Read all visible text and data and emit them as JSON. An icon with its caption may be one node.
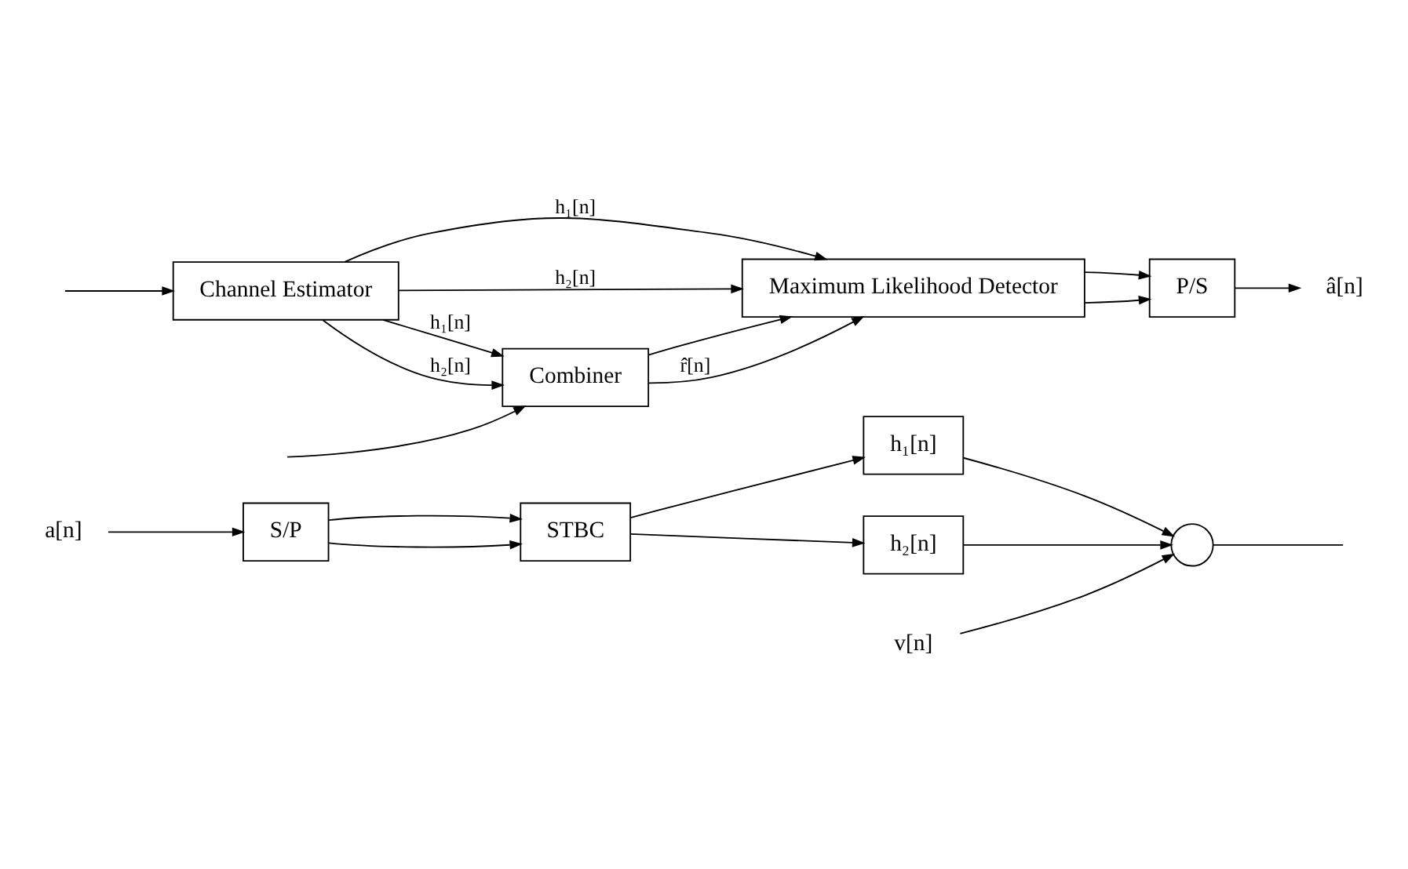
{
  "diagram": {
    "nodes": [
      {
        "text": [
          "a[n]"
        ]
      },
      {
        "text": [
          "S/P"
        ]
      },
      {
        "text": [
          "STBC"
        ]
      },
      {
        "text": [
          "h₁[n]"
        ]
      },
      {
        "text": [
          "h₂[n]"
        ]
      },
      {
        "text": [
          "v[n]"
        ]
      },
      {
        "text": [],
        "shape": "circle"
      },
      {
        "text": [
          "â[n]"
        ]
      },
      {
        "text": [
          "P/S"
        ]
      },
      {
        "text": [
          "Maximum Likelihood Detector"
        ]
      },
      {
        "text": [
          "Combiner"
        ]
      },
      {
        "text": [
          "Channel Estimator"
        ]
      }
    ],
    "edges": [
      {
        "from": 0,
        "to": 1,
        "arrow": "to"
      },
      {
        "from": 1,
        "to": 2,
        "arrow": "to"
      },
      {
        "from": 1,
        "to": 2,
        "arrow": "to"
      },
      {
        "from": 2,
        "to": 3,
        "arrow": "to"
      },
      {
        "from": 2,
        "to": 4,
        "arrow": "to"
      },
      {
        "from": 3,
        "to": 6,
        "arrow": "to"
      },
      {
        "from": 4,
        "to": 6,
        "arrow": "to"
      },
      {
        "from": 5,
        "to": 6,
        "arrow": "to"
      },
      {
        "from": 6,
        "to": null,
        "arrow": "none"
      },
      {
        "from": null,
        "to": 10,
        "arrow": "to"
      },
      {
        "from": null,
        "to": 11,
        "arrow": "to"
      },
      {
        "from": 10,
        "to": 9,
        "arrow": "to"
      },
      {
        "from": 10,
        "to": 9,
        "arrow": "to",
        "label": "r̂[n]"
      },
      {
        "from": 9,
        "to": 8,
        "arrow": "to"
      },
      {
        "from": 9,
        "to": 8,
        "arrow": "to"
      },
      {
        "from": 8,
        "to": 7,
        "arrow": "to"
      },
      {
        "from": 11,
        "to": 9,
        "arrow": "to",
        "label": "h₁[n]"
      },
      {
        "from": 11,
        "to": 9,
        "arrow": "to",
        "label": "h₂[n]"
      },
      {
        "from": 11,
        "to": 10,
        "arrow": "to",
        "label": "h₁[n]"
      },
      {
        "from": 11,
        "to": 10,
        "arrow": "to",
        "label": "h₂[n]"
      }
    ]
  }
}
